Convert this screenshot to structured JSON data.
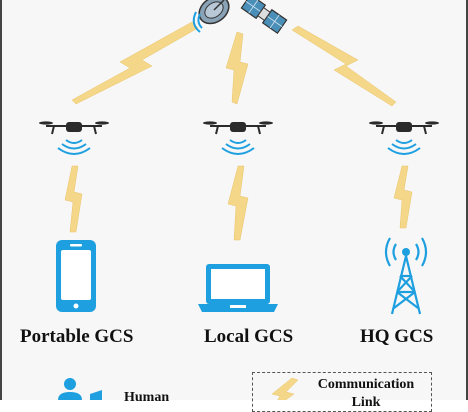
{
  "ground_stations": {
    "portable": "Portable GCS",
    "local": "Local GCS",
    "hq": "HQ GCS"
  },
  "legend": {
    "human_label": "Human",
    "link_label_line1": "Communication",
    "link_label_line2": "Link"
  },
  "colors": {
    "link": "#f5d78a",
    "icon_blue": "#1e9fe0",
    "drone": "#2b2b2b",
    "satellite": "#4a8fb8"
  }
}
